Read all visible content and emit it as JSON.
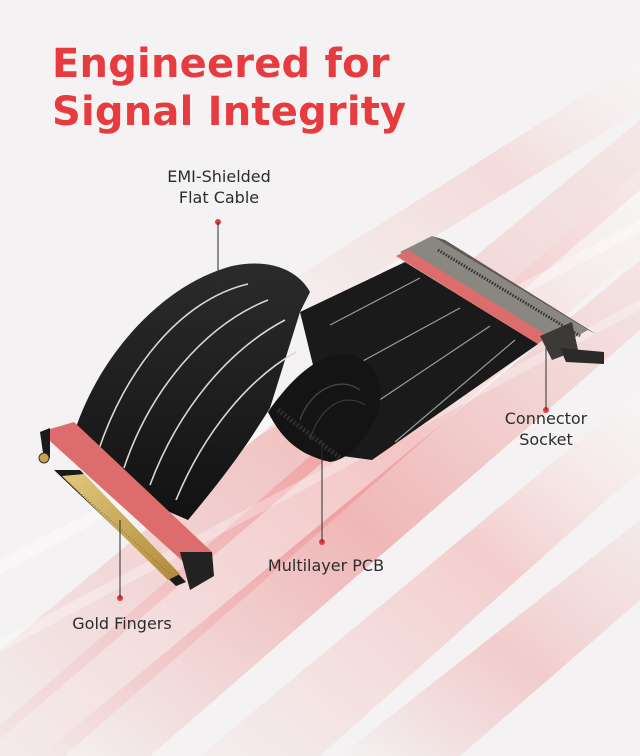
{
  "title": {
    "line1": "Engineered for",
    "line2": "Signal Integrity"
  },
  "callouts": {
    "emi_cable": {
      "line1": "EMI-Shielded",
      "line2": "Flat Cable"
    },
    "connector_socket": {
      "line1": "Connector",
      "line2": "Socket"
    },
    "multilayer_pcb": {
      "text": "Multilayer PCB"
    },
    "gold_fingers": {
      "text": "Gold Fingers"
    }
  },
  "colors": {
    "accent_red": "#e63b3f",
    "background": "#f4f2f2",
    "cable_black": "#1b1b1b",
    "connector_red": "#dc6d6c",
    "gold": "#c8a657"
  }
}
